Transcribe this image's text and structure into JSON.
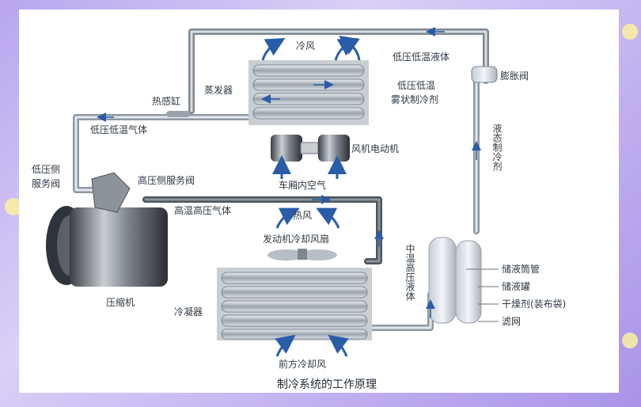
{
  "diagram": {
    "title": "制冷系统的工作原理",
    "labels": {
      "cold_air": "冷风",
      "low_temp_low_press_liquid": "低压低温液体",
      "expansion_valve": "膨胀阀",
      "evaporator": "蒸发器",
      "thermal_bulb": "热感缸",
      "low_press_low_temp": "低压低温",
      "atomized_refrigerant": "雾状制冷剂",
      "low_temp_low_press_gas": "低压低温气体",
      "fan_motor": "风机电动机",
      "liquid_refrigerant_v": "液态制冷剂",
      "low_side_valve_1": "低压侧",
      "low_side_valve_2": "服务阀",
      "high_side_valve": "高压侧服务阀",
      "cabin_air": "车厢内空气",
      "high_temp_high_press_gas": "高温高压气体",
      "hot_air": "热风",
      "engine_fan": "发动机冷却风扇",
      "mid_temp_high_press_liquid_v": "中温高压液体",
      "dip_tube": "储液筒管",
      "receiver": "储液罐",
      "desiccant": "干燥剂(装布袋)",
      "filter": "滤网",
      "compressor": "压缩机",
      "condenser": "冷凝器",
      "front_cool_air": "前方冷却风"
    }
  }
}
